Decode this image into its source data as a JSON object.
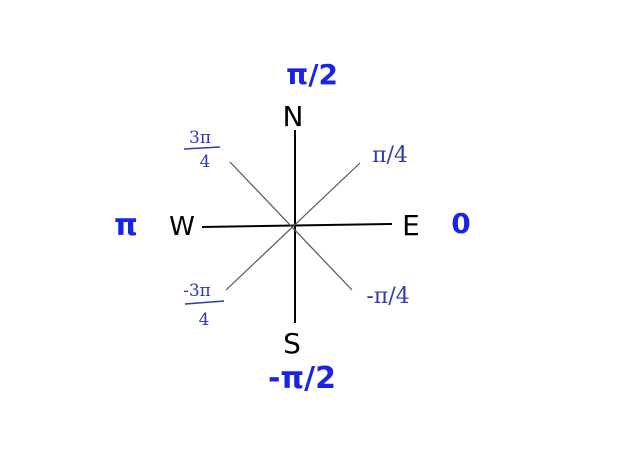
{
  "colors": {
    "axis_main": "#000000",
    "axis_diagonal": "#555555",
    "angle_primary": "#1a24e8",
    "angle_secondary": "#2b3ab0"
  },
  "directions": {
    "north": "N",
    "south": "S",
    "east": "E",
    "west": "W"
  },
  "angles": {
    "north": "π/2",
    "south": "-π/2",
    "east": "0",
    "west": "π",
    "northeast": "π/4",
    "southeast": "-π/4",
    "northwest_num": "3π",
    "northwest_den": "4",
    "southwest_num": "-3π",
    "southwest_den": "4"
  }
}
